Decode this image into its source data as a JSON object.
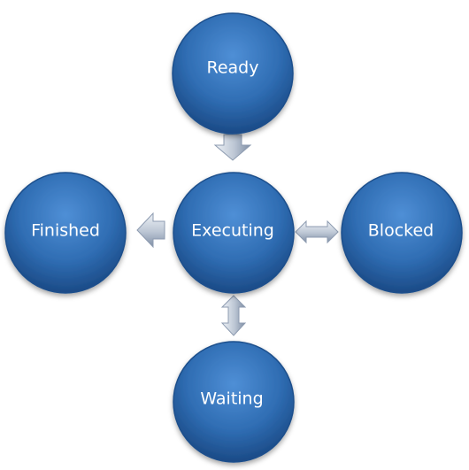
{
  "diagram": {
    "nodes": {
      "ready": "Ready",
      "executing": "Executing",
      "finished": "Finished",
      "blocked": "Blocked",
      "waiting": "Waiting"
    },
    "arrows": [
      {
        "from": "Ready",
        "to": "Executing",
        "direction": "one-way"
      },
      {
        "from": "Executing",
        "to": "Finished",
        "direction": "one-way"
      },
      {
        "from": "Executing",
        "to": "Blocked",
        "direction": "two-way"
      },
      {
        "from": "Executing",
        "to": "Waiting",
        "direction": "two-way"
      }
    ],
    "colors": {
      "node_fill": "#2f6db3",
      "node_dark": "#1b4a86",
      "node_light": "#4f8fd6",
      "arrow_light": "#dfe5ee",
      "arrow_dark": "#8d9bb0"
    }
  }
}
